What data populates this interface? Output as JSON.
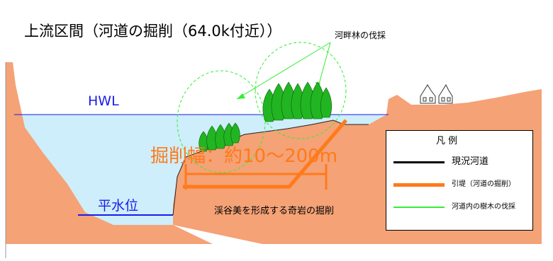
{
  "title": "上流区間（河道の掘削（64.0k付近））",
  "annotations": {
    "trees_note": "河畔林の伐採",
    "hwl": "HWL",
    "normal_water_level": "平水位",
    "width_label": "掘削幅：約10～200m",
    "rock_note": "渓谷美を形成する奇岩の掘削"
  },
  "legend": {
    "title": "凡 例",
    "items": [
      {
        "label": "現況河道",
        "color": "#000000"
      },
      {
        "label": "引堤（河道の掘削）",
        "color": "#ff7a1a"
      },
      {
        "label": "河道内の樹木の伐採",
        "color": "#33ee33"
      }
    ]
  },
  "colors": {
    "ground": "#f4a276",
    "water": "#cdeefa",
    "water_line": "#1a1aee",
    "excavation": "#ff7a1a",
    "trees": "#22b522",
    "tree_circles": "#33ee33"
  }
}
